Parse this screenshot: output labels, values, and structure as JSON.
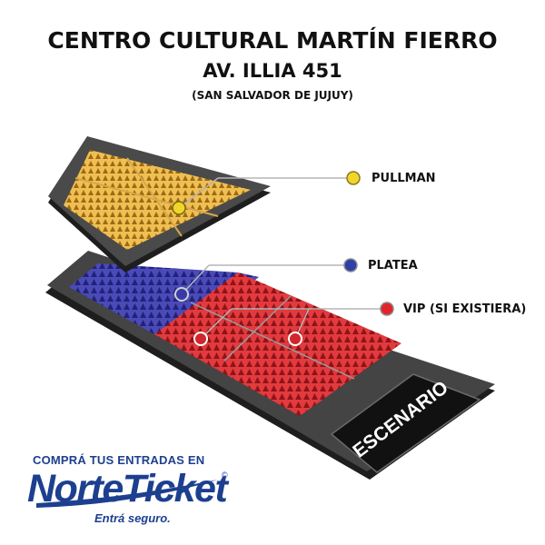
{
  "header": {
    "title": "CENTRO CULTURAL MARTÍN FIERRO",
    "address": "AV. ILLIA 451",
    "city": "(SAN SALVADOR DE JUJUY)"
  },
  "legend": [
    {
      "label": "PULLMAN",
      "color": "#f2d52b"
    },
    {
      "label": "PLATEA",
      "color": "#2f3fa8"
    },
    {
      "label": "VIP (SI EXISTIERA)",
      "color": "#e3232c"
    }
  ],
  "stage": {
    "label": "ESCENARIO"
  },
  "colors": {
    "pullman_seats": "#e6ac3a",
    "platea_seats": "#3a3aa6",
    "vip_seats": "#d1262b",
    "platform": "#3a3a3a"
  },
  "brand": {
    "tagline": "COMPRÁ TUS ENTRADAS EN",
    "name": "NorteTicket",
    "mark": "©",
    "slogan": "Entrá seguro."
  }
}
